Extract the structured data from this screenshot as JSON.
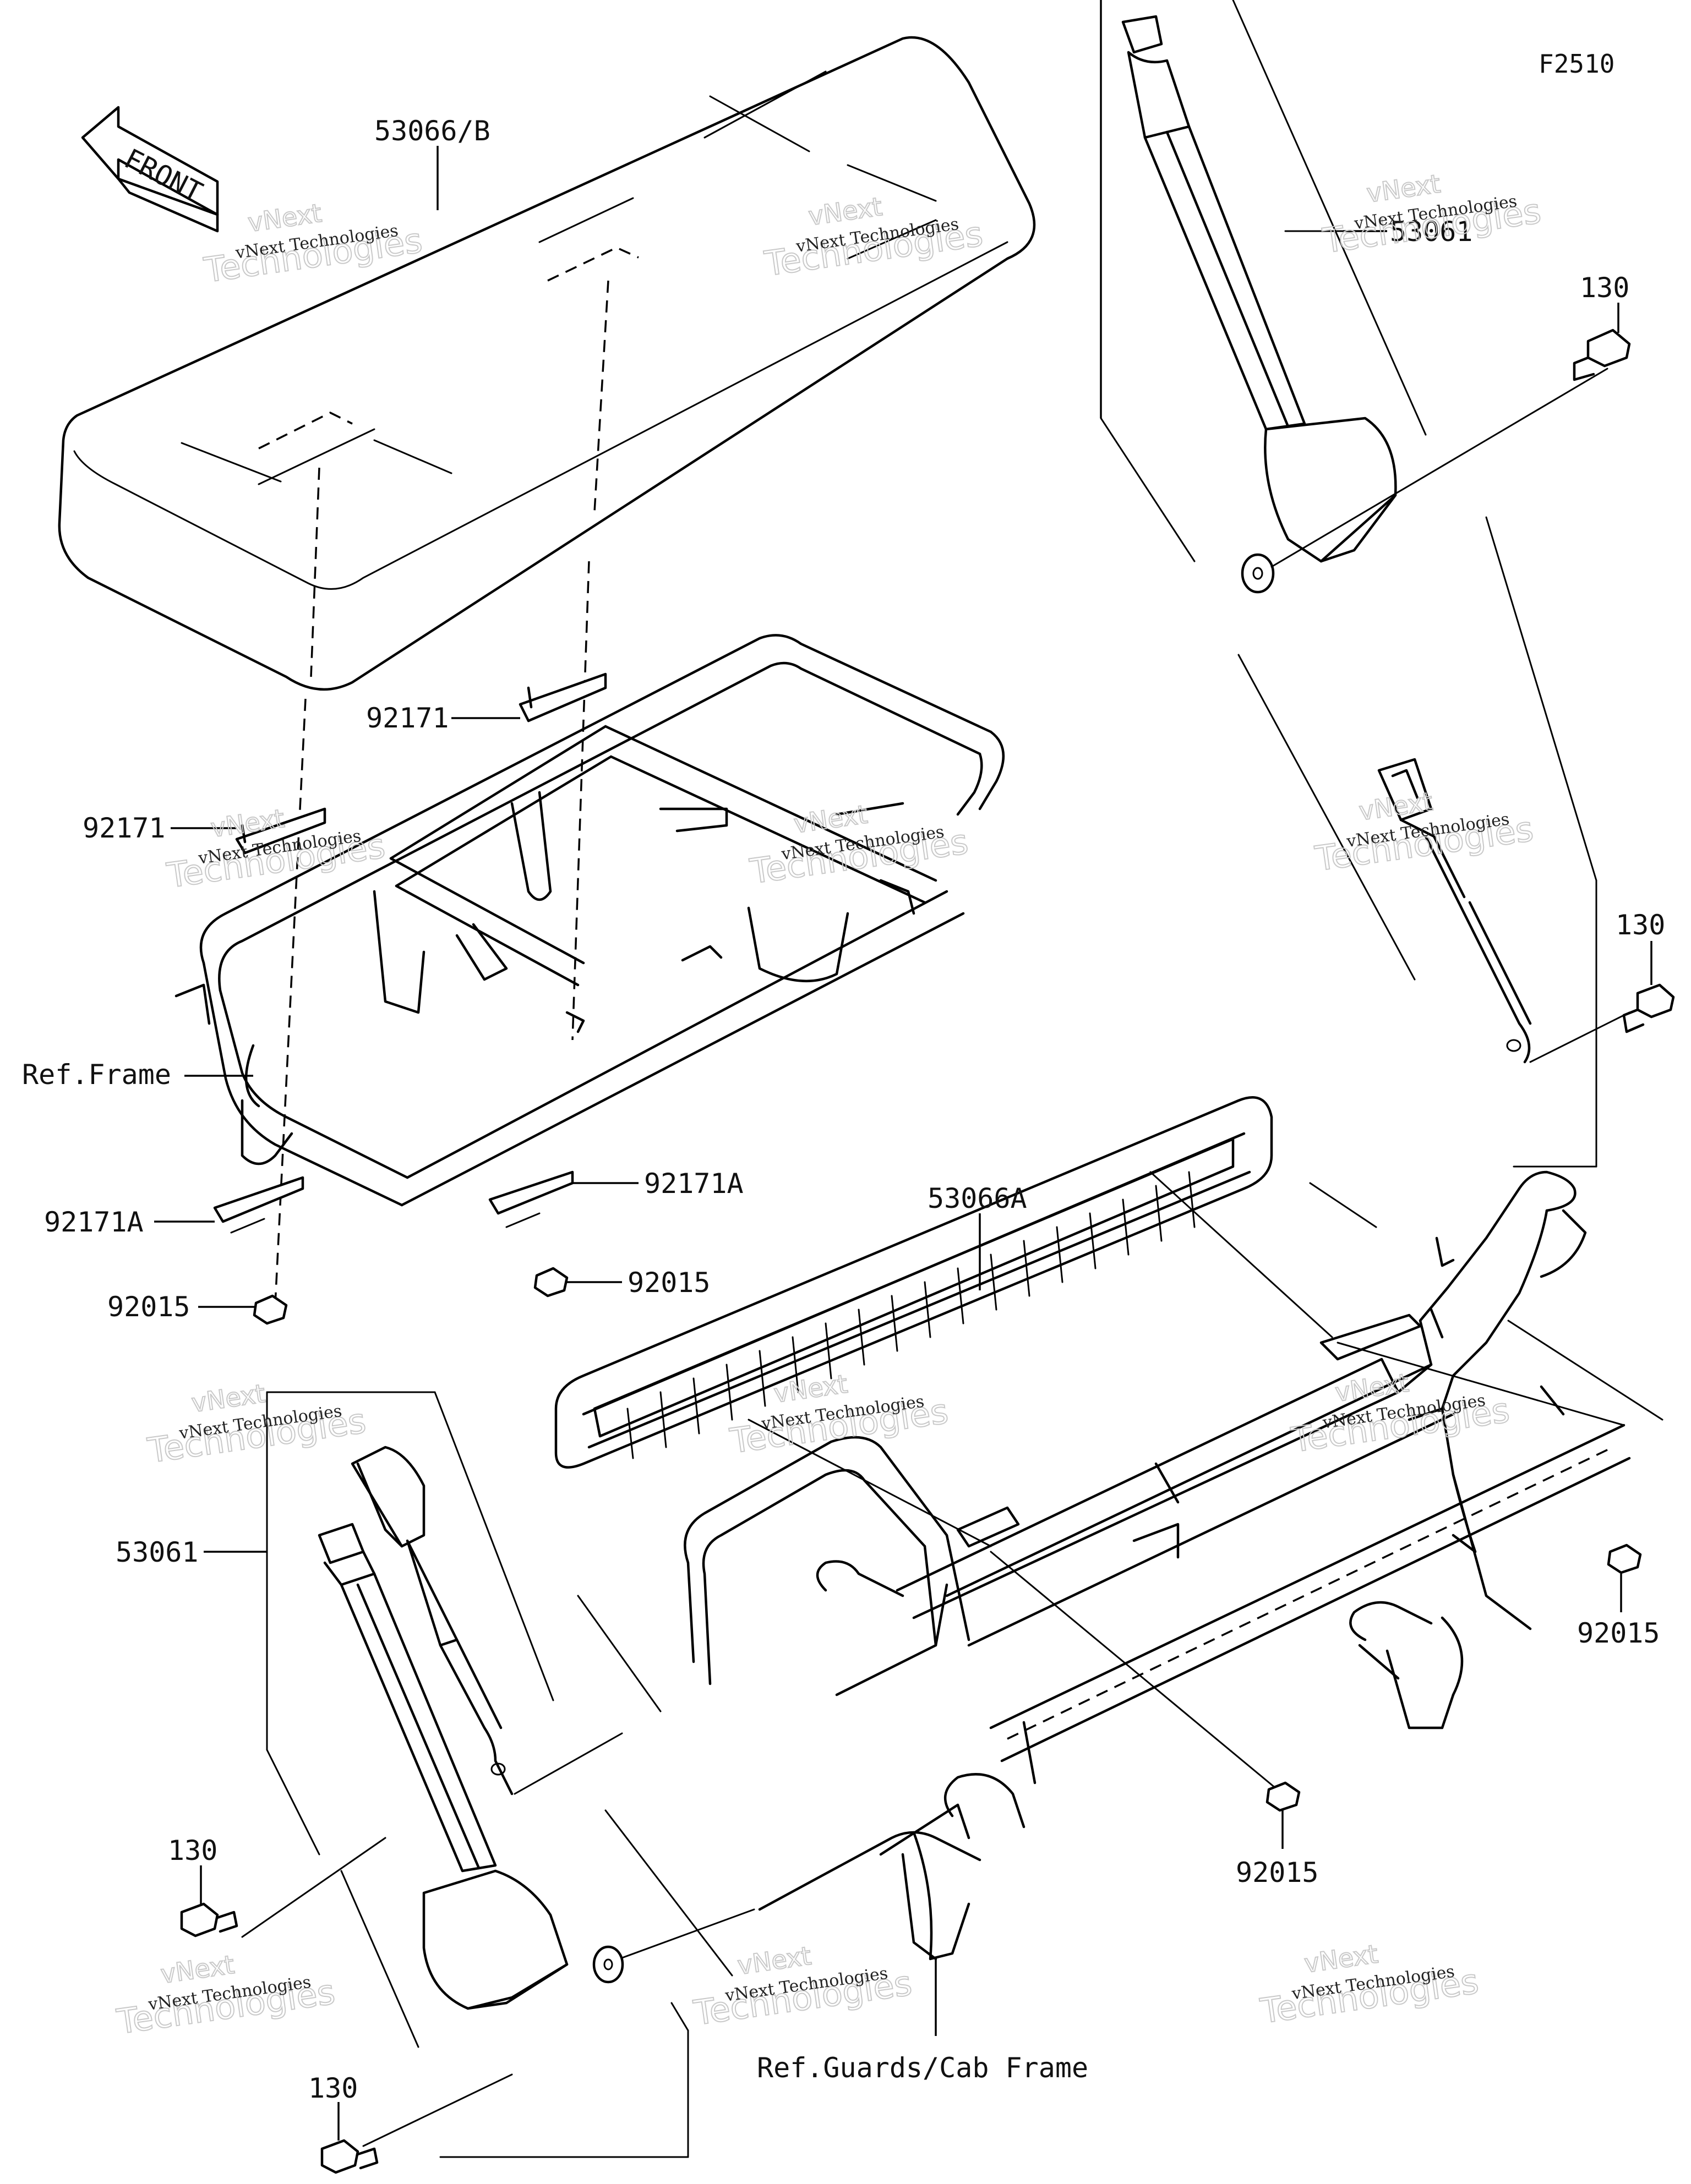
{
  "figure_id": "F2510",
  "front_label": "FRONT",
  "callouts": {
    "seat_cushion": "53066/B",
    "seat_back": "53066A",
    "seat_belt_upper": "53061",
    "seat_belt_lower": "53061",
    "bolt_top_1": "130",
    "bolt_top_2": "130",
    "bolt_bottom_1": "130",
    "bolt_bottom_2": "130",
    "bracket_1": "92171",
    "bracket_2": "92171",
    "bracket_a_1": "92171A",
    "bracket_a_2": "92171A",
    "nut_1": "92015",
    "nut_2": "92015",
    "nut_3": "92015",
    "nut_4": "92015",
    "ref_frame": "Ref.Frame",
    "ref_guards": "Ref.Guards/Cab Frame"
  },
  "watermark": {
    "line1": "vNext Technologies",
    "line2": "Technologies",
    "line3": "vNext"
  }
}
